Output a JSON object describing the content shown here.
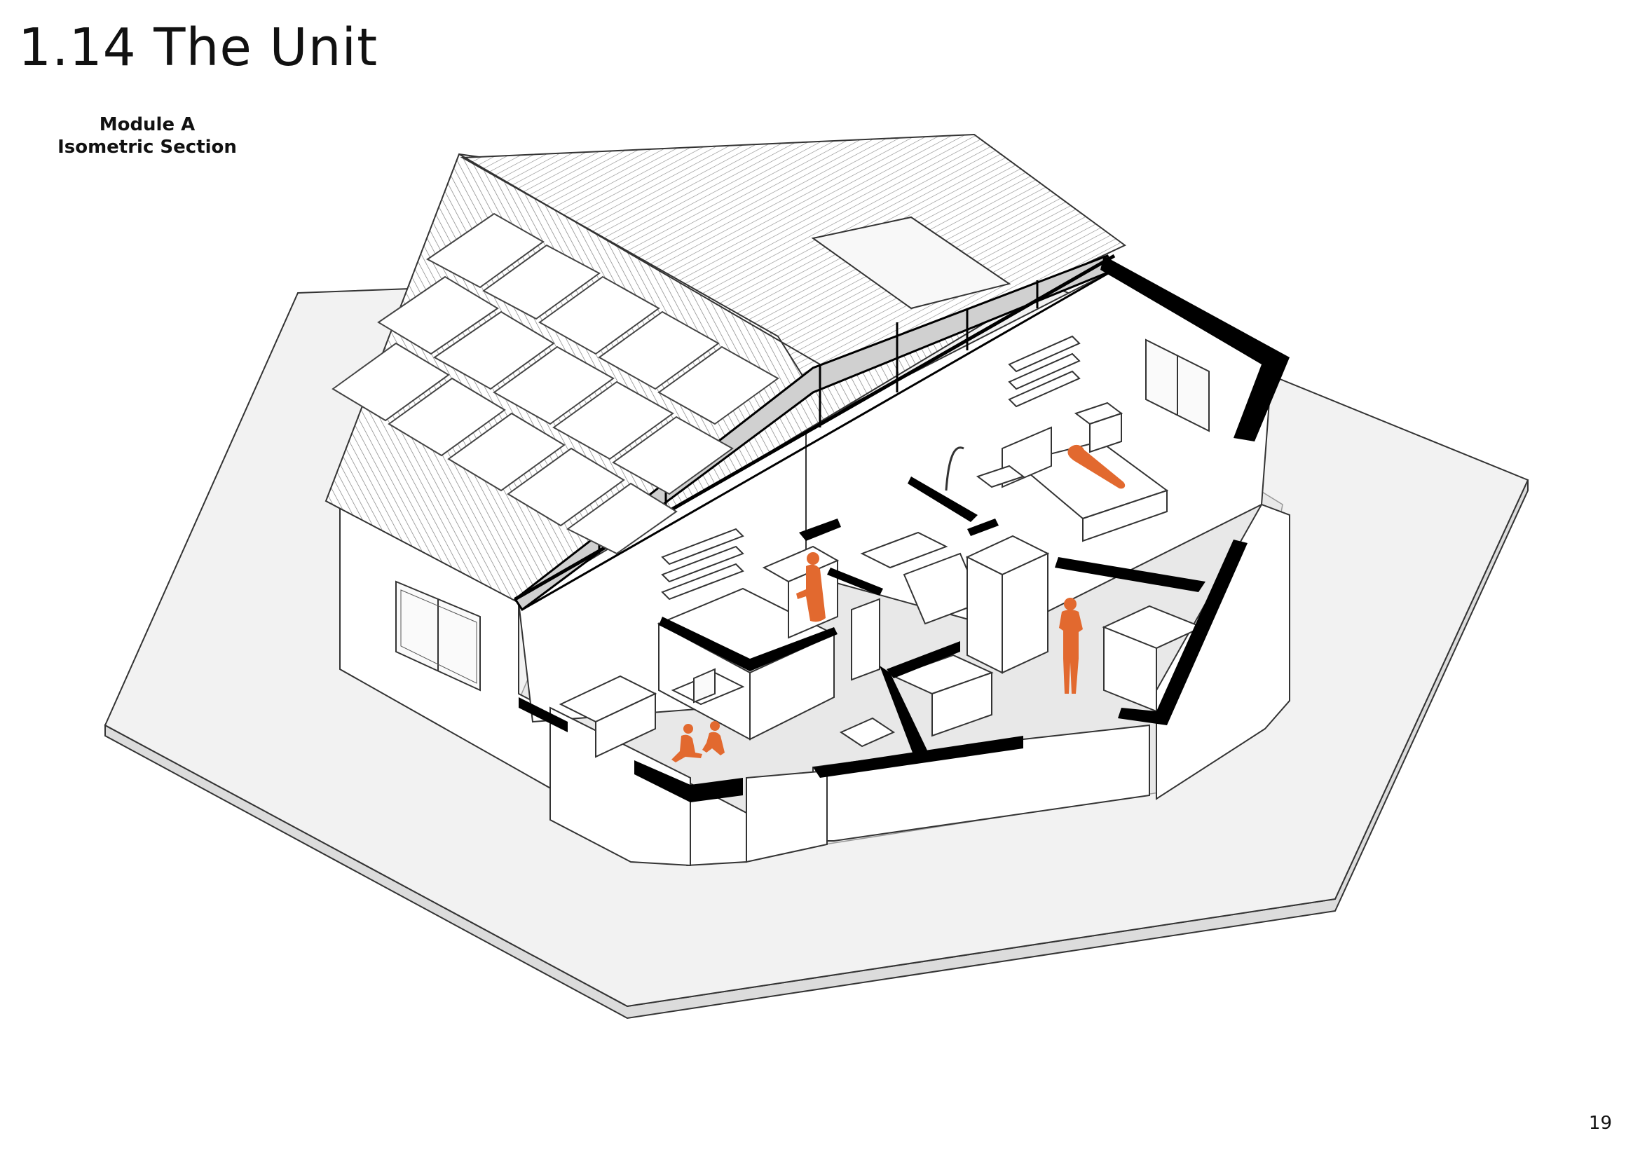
{
  "header": {
    "title": "1.14 The Unit"
  },
  "caption": {
    "line1": "Module A",
    "line2": "Isometric Section"
  },
  "footer": {
    "page_number": "19"
  },
  "colors": {
    "figure_accent": "#e2692f",
    "cut_wall": "#000000",
    "platform_top": "#f2f2f2",
    "platform_side": "#d8d8d8",
    "floor": "#e6e6e6",
    "line": "#333333"
  },
  "figures": [
    "person-in-bed",
    "person-cooking",
    "person-standing",
    "child-sitting",
    "child-sitting"
  ]
}
